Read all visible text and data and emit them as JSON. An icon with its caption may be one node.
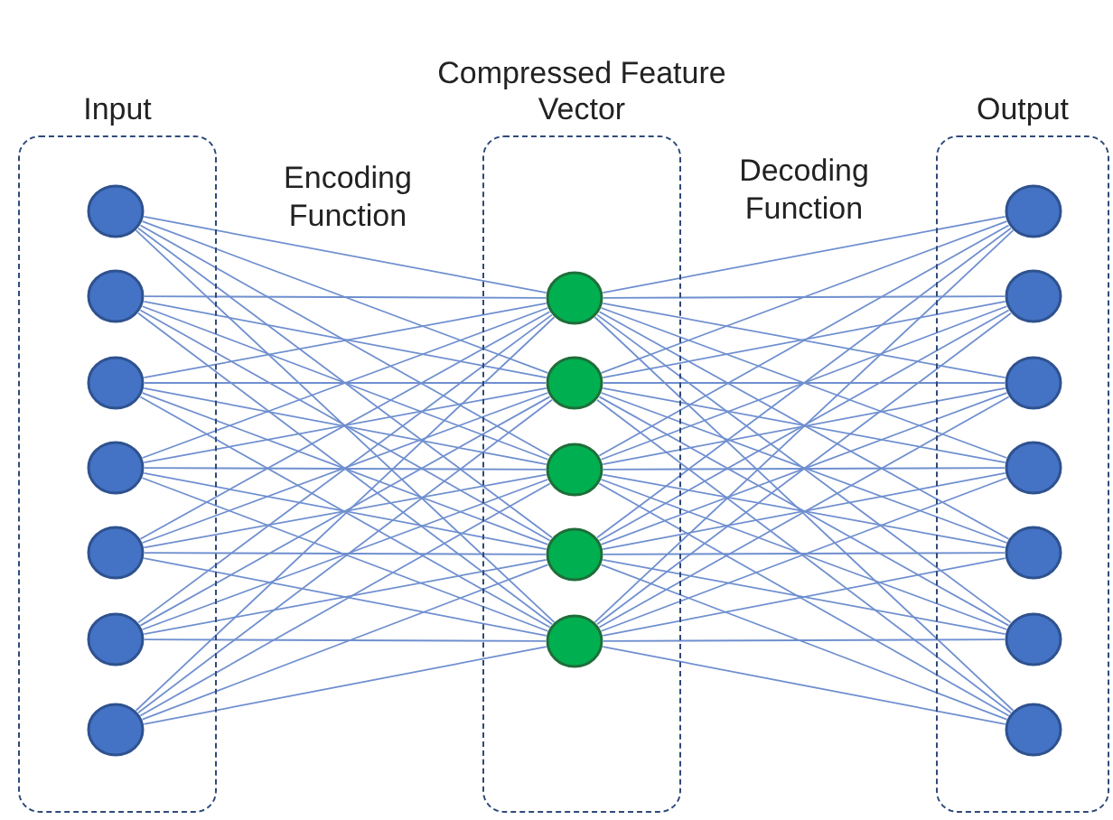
{
  "diagram": {
    "nodes": [
      {
        "text": [
          "Input"
        ]
      },
      {
        "text": [],
        "shape": "circle",
        "in": 0
      },
      {
        "text": [],
        "shape": "circle",
        "in": 0
      },
      {
        "text": [],
        "shape": "circle",
        "in": 0
      },
      {
        "text": [],
        "shape": "circle",
        "in": 0
      },
      {
        "text": [],
        "shape": "circle",
        "in": 0
      },
      {
        "text": [],
        "shape": "circle",
        "in": 0
      },
      {
        "text": [],
        "shape": "circle",
        "in": 0
      },
      {
        "text": [
          "Compressed Feature Vector"
        ]
      },
      {
        "text": [],
        "shape": "circle",
        "in": 8
      },
      {
        "text": [],
        "shape": "circle",
        "in": 8
      },
      {
        "text": [],
        "shape": "circle",
        "in": 8
      },
      {
        "text": [],
        "shape": "circle",
        "in": 8
      },
      {
        "text": [],
        "shape": "circle",
        "in": 8
      },
      {
        "text": [
          "Output"
        ]
      },
      {
        "text": [],
        "shape": "circle",
        "in": 14
      },
      {
        "text": [],
        "shape": "circle",
        "in": 14
      },
      {
        "text": [],
        "shape": "circle",
        "in": 14
      },
      {
        "text": [],
        "shape": "circle",
        "in": 14
      },
      {
        "text": [],
        "shape": "circle",
        "in": 14
      },
      {
        "text": [],
        "shape": "circle",
        "in": 14
      },
      {
        "text": [],
        "shape": "circle",
        "in": 14
      }
    ],
    "edges": [
      {
        "from": 1,
        "to": 9,
        "arrow": "none"
      },
      {
        "from": 1,
        "to": 10,
        "arrow": "none"
      },
      {
        "from": 1,
        "to": 11,
        "arrow": "none"
      },
      {
        "from": 1,
        "to": 12,
        "arrow": "none"
      },
      {
        "from": 1,
        "to": 13,
        "arrow": "none"
      },
      {
        "from": 2,
        "to": 9,
        "arrow": "none"
      },
      {
        "from": 2,
        "to": 10,
        "arrow": "none"
      },
      {
        "from": 2,
        "to": 11,
        "arrow": "none"
      },
      {
        "from": 2,
        "to": 12,
        "arrow": "none"
      },
      {
        "from": 2,
        "to": 13,
        "arrow": "none"
      },
      {
        "from": 3,
        "to": 9,
        "arrow": "none"
      },
      {
        "from": 3,
        "to": 10,
        "arrow": "none"
      },
      {
        "from": 3,
        "to": 11,
        "arrow": "none"
      },
      {
        "from": 3,
        "to": 12,
        "arrow": "none"
      },
      {
        "from": 3,
        "to": 13,
        "arrow": "none"
      },
      {
        "from": 4,
        "to": 9,
        "arrow": "none"
      },
      {
        "from": 4,
        "to": 10,
        "arrow": "none"
      },
      {
        "from": 4,
        "to": 11,
        "arrow": "none"
      },
      {
        "from": 4,
        "to": 12,
        "arrow": "none"
      },
      {
        "from": 4,
        "to": 13,
        "arrow": "none"
      },
      {
        "from": 5,
        "to": 9,
        "arrow": "none"
      },
      {
        "from": 5,
        "to": 10,
        "arrow": "none"
      },
      {
        "from": 5,
        "to": 11,
        "arrow": "none"
      },
      {
        "from": 5,
        "to": 12,
        "arrow": "none"
      },
      {
        "from": 5,
        "to": 13,
        "arrow": "none"
      },
      {
        "from": 6,
        "to": 9,
        "arrow": "none"
      },
      {
        "from": 6,
        "to": 10,
        "arrow": "none"
      },
      {
        "from": 6,
        "to": 11,
        "arrow": "none"
      },
      {
        "from": 6,
        "to": 12,
        "arrow": "none"
      },
      {
        "from": 6,
        "to": 13,
        "arrow": "none"
      },
      {
        "from": 7,
        "to": 9,
        "arrow": "none"
      },
      {
        "from": 7,
        "to": 10,
        "arrow": "none"
      },
      {
        "from": 7,
        "to": 11,
        "arrow": "none"
      },
      {
        "from": 7,
        "to": 12,
        "arrow": "none"
      },
      {
        "from": 7,
        "to": 13,
        "arrow": "none"
      },
      {
        "from": 9,
        "to": 15,
        "arrow": "none"
      },
      {
        "from": 9,
        "to": 16,
        "arrow": "none"
      },
      {
        "from": 9,
        "to": 17,
        "arrow": "none"
      },
      {
        "from": 9,
        "to": 18,
        "arrow": "none"
      },
      {
        "from": 9,
        "to": 19,
        "arrow": "none"
      },
      {
        "from": 9,
        "to": 20,
        "arrow": "none"
      },
      {
        "from": 9,
        "to": 21,
        "arrow": "none"
      },
      {
        "from": 10,
        "to": 15,
        "arrow": "none"
      },
      {
        "from": 10,
        "to": 16,
        "arrow": "none"
      },
      {
        "from": 10,
        "to": 17,
        "arrow": "none"
      },
      {
        "from": 10,
        "to": 18,
        "arrow": "none"
      },
      {
        "from": 10,
        "to": 19,
        "arrow": "none"
      },
      {
        "from": 10,
        "to": 20,
        "arrow": "none"
      },
      {
        "from": 10,
        "to": 21,
        "arrow": "none"
      },
      {
        "from": 11,
        "to": 15,
        "arrow": "none"
      },
      {
        "from": 11,
        "to": 16,
        "arrow": "none"
      },
      {
        "from": 11,
        "to": 17,
        "arrow": "none"
      },
      {
        "from": 11,
        "to": 18,
        "arrow": "none"
      },
      {
        "from": 11,
        "to": 19,
        "arrow": "none"
      },
      {
        "from": 11,
        "to": 20,
        "arrow": "none"
      },
      {
        "from": 11,
        "to": 21,
        "arrow": "none"
      },
      {
        "from": 12,
        "to": 15,
        "arrow": "none"
      },
      {
        "from": 12,
        "to": 16,
        "arrow": "none"
      },
      {
        "from": 12,
        "to": 17,
        "arrow": "none"
      },
      {
        "from": 12,
        "to": 18,
        "arrow": "none"
      },
      {
        "from": 12,
        "to": 19,
        "arrow": "none"
      },
      {
        "from": 12,
        "to": 20,
        "arrow": "none"
      },
      {
        "from": 12,
        "to": 21,
        "arrow": "none"
      },
      {
        "from": 13,
        "to": 15,
        "arrow": "none"
      },
      {
        "from": 13,
        "to": 16,
        "arrow": "none"
      },
      {
        "from": 13,
        "to": 17,
        "arrow": "none"
      },
      {
        "from": 13,
        "to": 18,
        "arrow": "none"
      },
      {
        "from": 13,
        "to": 19,
        "arrow": "none"
      },
      {
        "from": 13,
        "to": 20,
        "arrow": "none"
      },
      {
        "from": 13,
        "to": 21,
        "arrow": "none"
      }
    ],
    "labels": [
      "Encoding Function",
      "Decoding Function"
    ]
  }
}
